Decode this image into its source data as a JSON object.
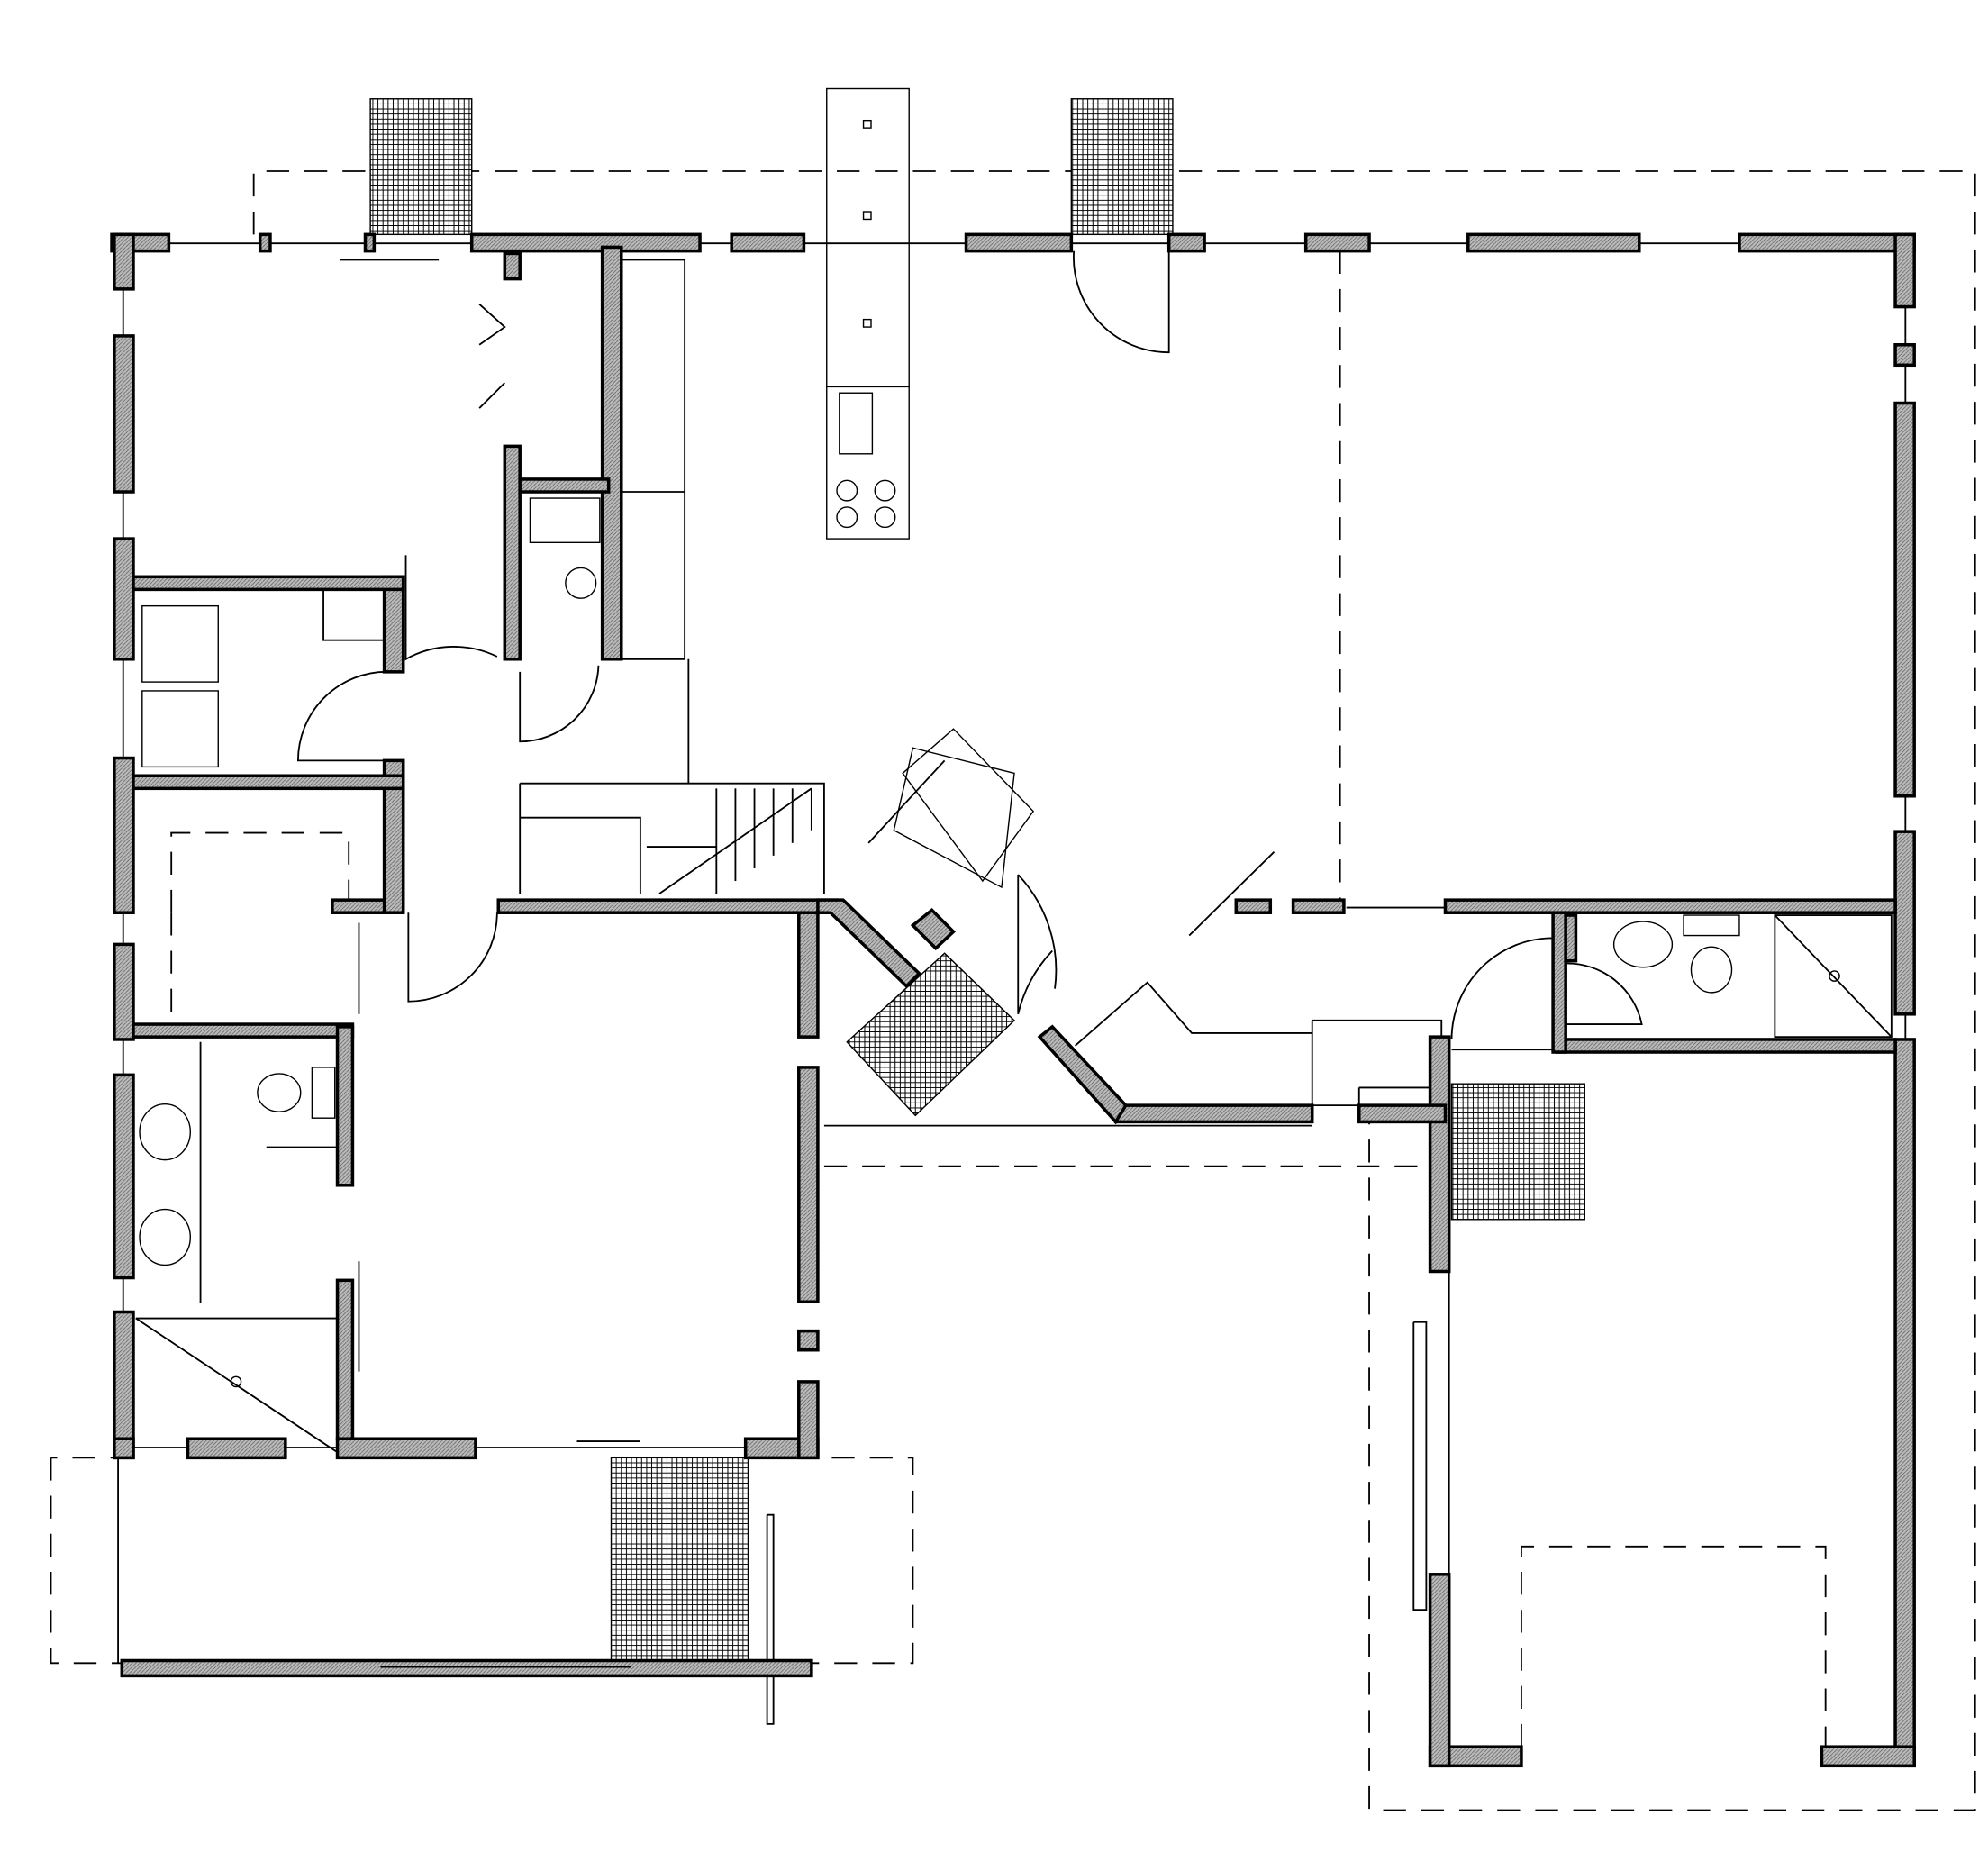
{
  "drawing": {
    "type": "architectural floor plan",
    "colors": {
      "background": "#ffffff",
      "line": "#000000",
      "wall_fill": "#9a9a9a"
    },
    "line_styles": [
      "solid",
      "dashed"
    ],
    "features": [
      "walls",
      "windows",
      "doors",
      "stairs",
      "kitchen-island",
      "bathroom-fixtures",
      "garage",
      "porch"
    ]
  }
}
